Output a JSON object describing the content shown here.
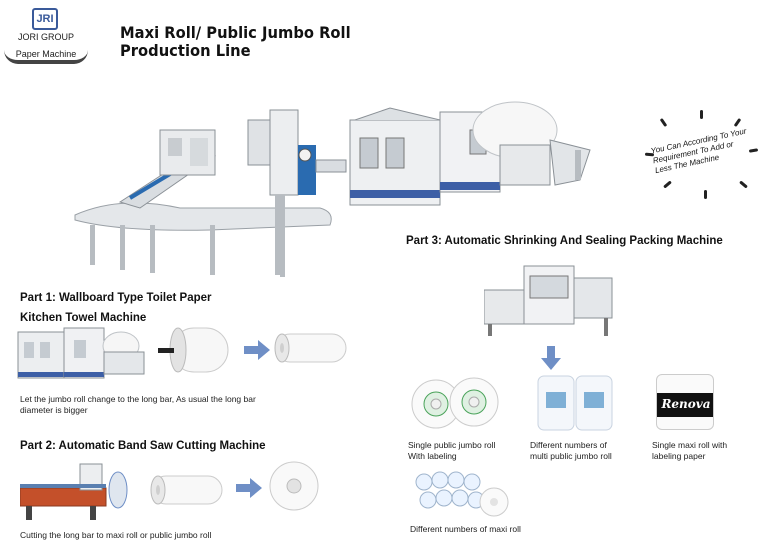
{
  "logo": {
    "mark": "JRI",
    "company": "JORI GROUP",
    "subtitle": "Paper Machine"
  },
  "title": {
    "line1": "Maxi Roll/ Public Jumbo Roll",
    "line2": "Production Line"
  },
  "note": "You Can According To Your Requirement To Add or Less The Machine",
  "part1": {
    "heading_line1": "Part 1: Wallboard Type Toilet Paper",
    "heading_line2": "Kitchen Towel Machine",
    "caption": "Let the jumbo roll change to the long bar, As usual the long bar diameter is bigger"
  },
  "part2": {
    "heading": "Part 2: Automatic Band Saw Cutting Machine",
    "caption": "Cutting the long bar to maxi roll or public jumbo roll"
  },
  "part3": {
    "heading": "Part 3: Automatic Shrinking And Sealing Packing Machine"
  },
  "products": [
    {
      "line1": "Single public jumbo roll",
      "line2": "With labeling"
    },
    {
      "line1": "Different numbers of",
      "line2": "multi public jumbo roll"
    },
    {
      "line1": "Single maxi roll with",
      "line2": "labeling paper"
    }
  ],
  "product_bottom": "Different numbers of maxi roll",
  "package_label": "Renova",
  "colors": {
    "arrow": "#6f8fc6",
    "machine_blue": "#2a6bb0",
    "frame": "#cfd3d8"
  }
}
